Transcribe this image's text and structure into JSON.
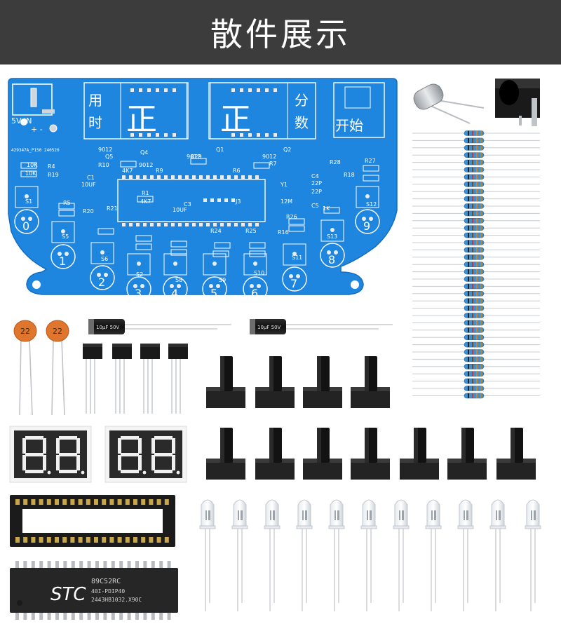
{
  "header": {
    "title": "散件展示",
    "background_color": "#3c3c3c"
  },
  "pcb": {
    "board_color": "#1f86e0",
    "display_labels": {
      "left_top": "用",
      "left_bottom": "时",
      "left_digit_char": "正",
      "right_digit_char": "正",
      "right_top": "分",
      "right_bottom": "数",
      "start_label": "开始"
    },
    "power_label": "5V IN",
    "polarity_label": "+ -",
    "board_code": "429347A_P150 240520",
    "silk_labels": [
      "9012",
      "Q5",
      "Q4",
      "Q1",
      "Q2",
      "9012",
      "9012",
      "9012",
      "R10",
      "R9",
      "R29",
      "R6",
      "R7",
      "R4",
      "R19",
      "R27",
      "R18",
      "R28",
      "C4",
      "22P",
      "22P",
      "C5",
      "Y1",
      "12M",
      "C1",
      "10UF",
      "R1",
      "C3",
      "10UF",
      "R21",
      "J3",
      "R5",
      "R20",
      "R24",
      "R25",
      "R26",
      "R16",
      "S1",
      "S5",
      "S6",
      "S2",
      "S8",
      "S9",
      "S10",
      "S11",
      "S13",
      "S12",
      "4K7",
      "10K",
      "10K",
      "4K7",
      "1K"
    ],
    "button_numbers": [
      "0",
      "1",
      "2",
      "3",
      "4",
      "5",
      "6",
      "7",
      "8",
      "9"
    ]
  },
  "components": {
    "ceramic_capacitor_label": "22",
    "electrolytic_capacitor_label": "10μF 50V",
    "ic_brand": "STC",
    "ic_model": "89C52RC",
    "ic_package": "40I-PDIP40",
    "ic_code": "2443HB1032.X90C"
  }
}
